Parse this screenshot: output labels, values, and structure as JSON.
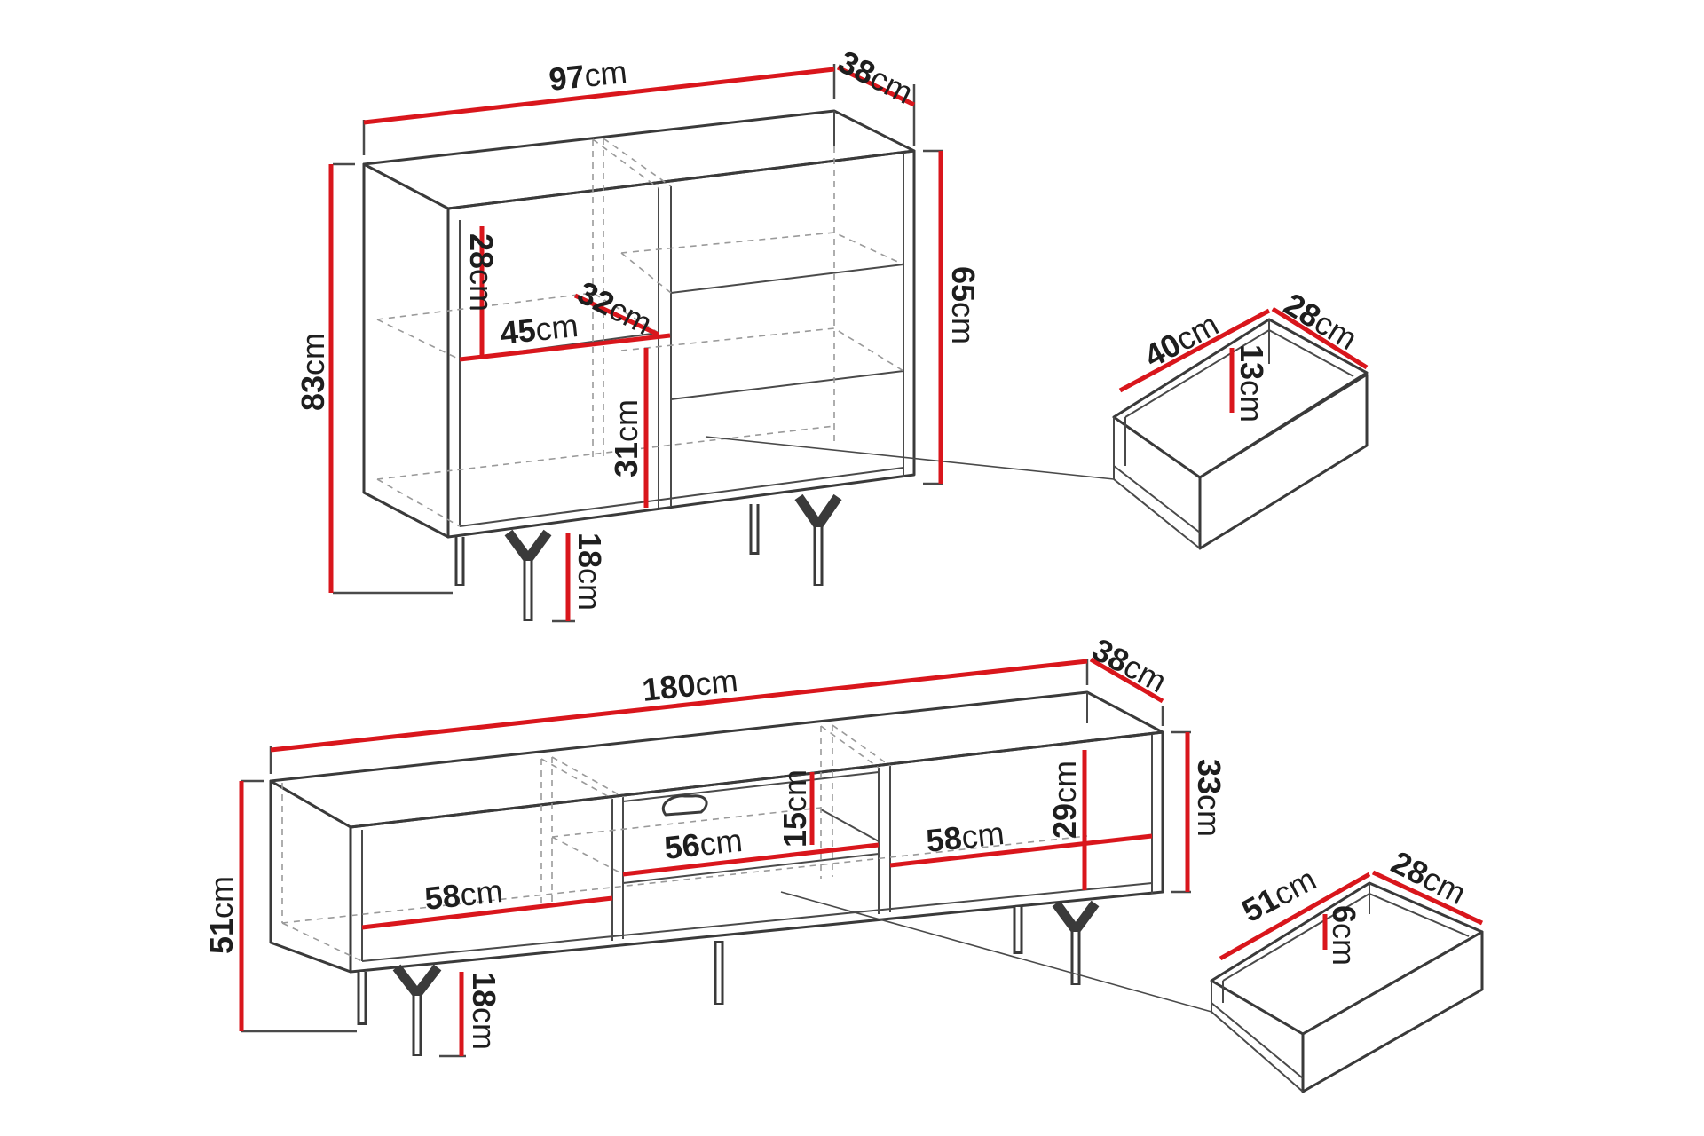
{
  "unit": "cm",
  "sideboard": {
    "width": "97",
    "depth": "38",
    "height": "83",
    "body_height": "65",
    "shelf_height": "28",
    "shelf_depth": "32",
    "shelf_width": "45",
    "lower_height": "31",
    "leg_height": "18"
  },
  "sideboard_drawer": {
    "width": "40",
    "depth": "28",
    "height": "13"
  },
  "tv_stand": {
    "width": "180",
    "depth": "38",
    "height": "51",
    "body_height": "33",
    "left_width": "58",
    "middle_width": "56",
    "middle_height": "15",
    "right_width": "58",
    "right_height": "29",
    "leg_height": "18"
  },
  "tv_drawer": {
    "width": "51",
    "depth": "28",
    "height": "6"
  },
  "colors": {
    "dimension_line": "#d9161c",
    "outline": "#3a3a3a",
    "hidden_line": "#9a9a9a"
  }
}
